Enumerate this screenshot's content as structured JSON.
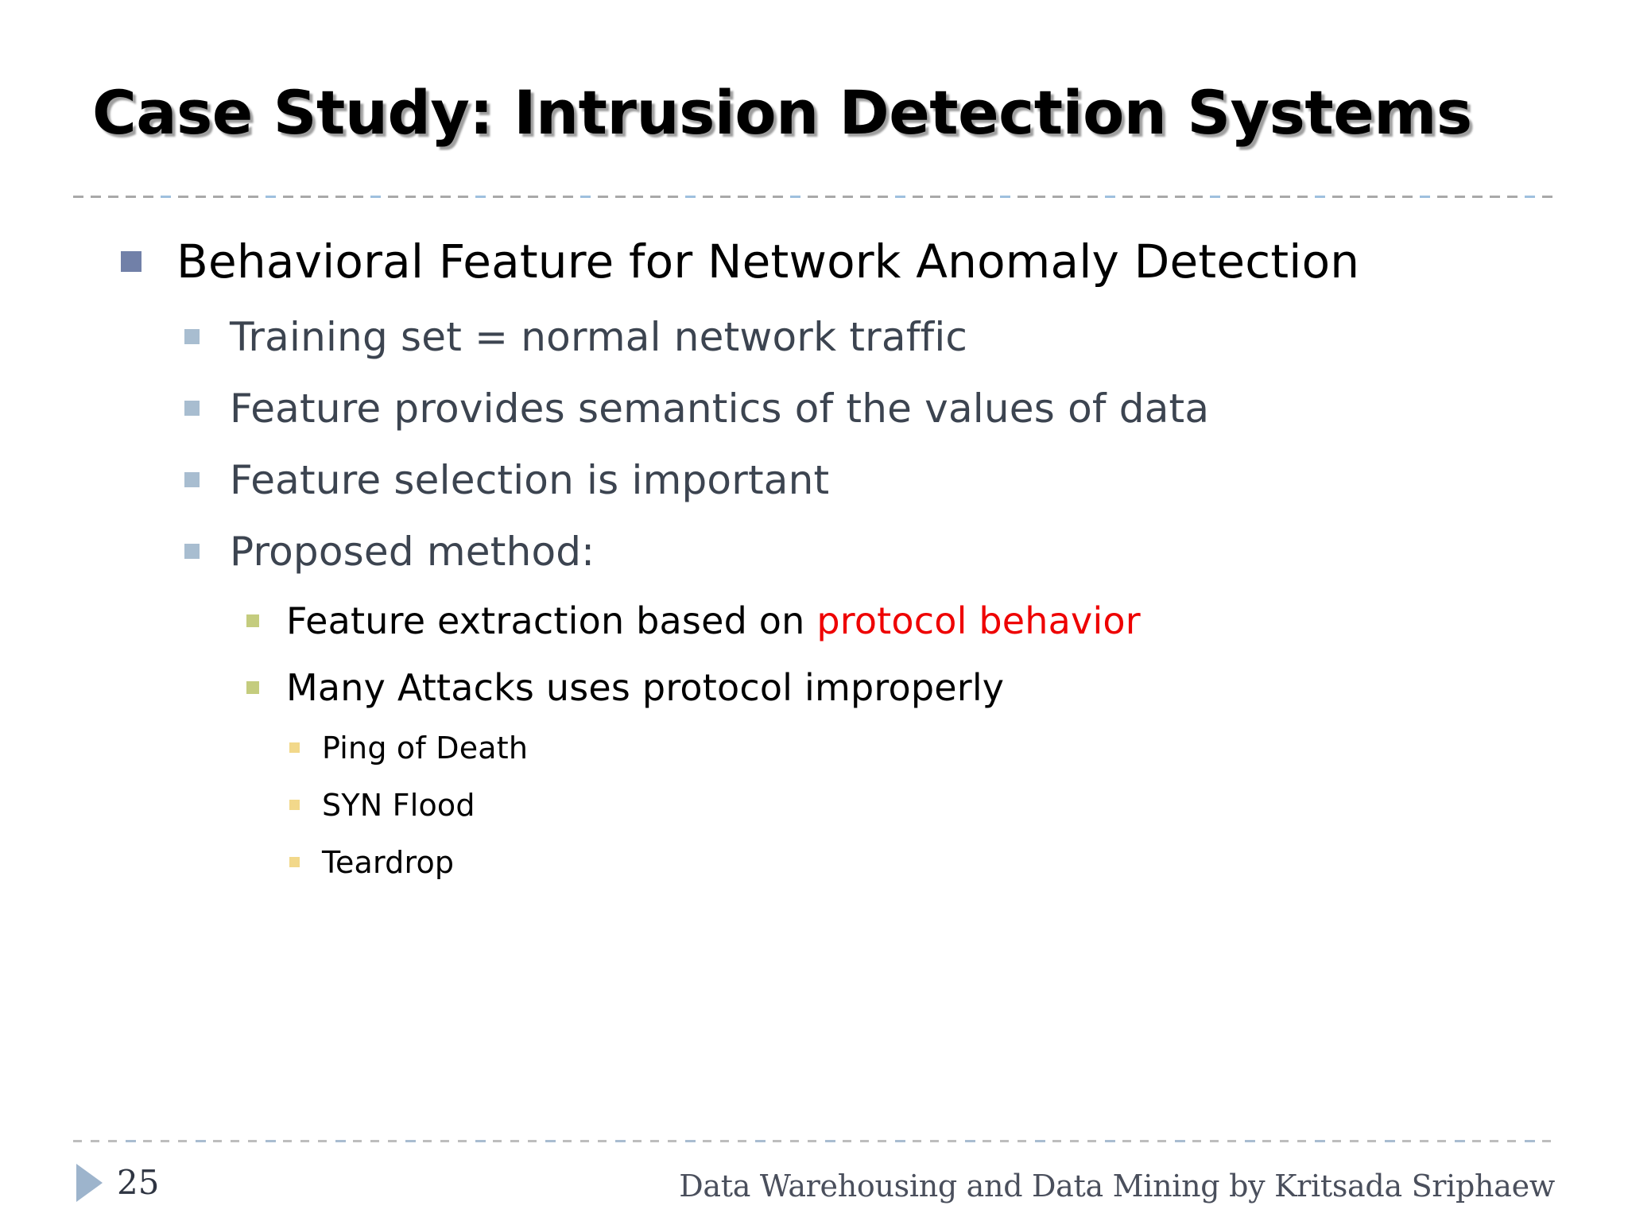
{
  "slide": {
    "title": "Case Study: Intrusion Detection Systems",
    "background_color": "#ffffff",
    "divider_color": "#a9a9a9",
    "divider_accent_color": "#9fc0de"
  },
  "bullets": {
    "level1": {
      "marker_color": "#7180a8",
      "text_color": "#000000",
      "text": "Behavioral Feature for Network Anomaly Detection"
    },
    "level2": {
      "marker_color": "#a8bdd0",
      "text_color": "#3c4450",
      "items": [
        "Training set = normal network traffic",
        "Feature provides semantics of the values of data",
        "Feature selection is important",
        "Proposed method:"
      ]
    },
    "level3": {
      "marker_color": "#c4cc7e",
      "text_color": "#000000",
      "highlight_color": "#ee0000",
      "items": [
        {
          "prefix": "Feature extraction based on ",
          "highlight": "protocol behavior",
          "suffix": ""
        },
        {
          "prefix": "Many Attacks uses protocol improperly",
          "highlight": "",
          "suffix": ""
        }
      ]
    },
    "level4": {
      "marker_color": "#f2d88a",
      "text_color": "#000000",
      "items": [
        "Ping of Death",
        "SYN Flood",
        "Teardrop"
      ]
    }
  },
  "footer": {
    "page_number": "25",
    "triangle_color": "#9db4cc",
    "attribution": "Data Warehousing and Data Mining by Kritsada Sriphaew"
  }
}
